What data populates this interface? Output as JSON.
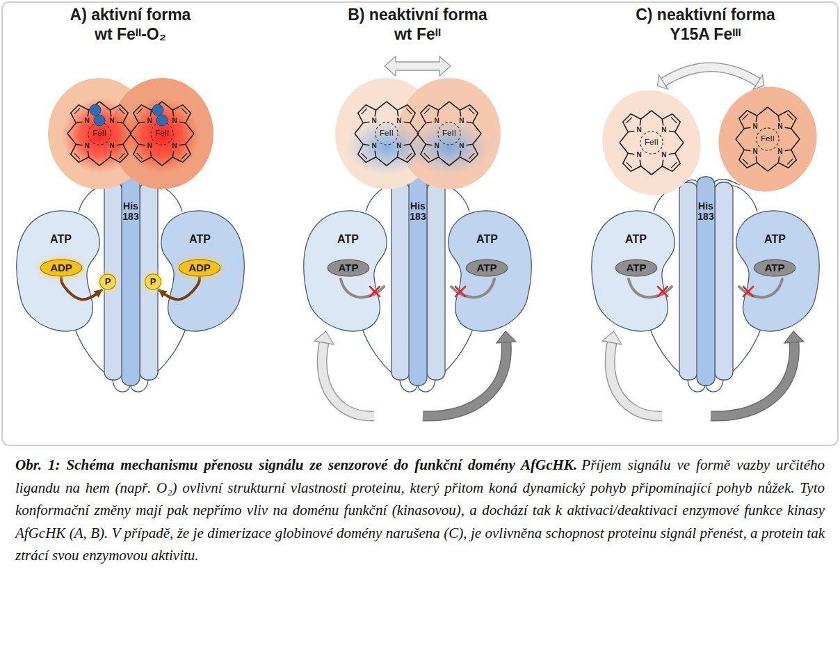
{
  "diagram": {
    "title": "Obr. 1: Schéma mechanismu přenosu signálu ze senzorové do funkční domény AfGcHK.",
    "caption": "Příjem signálu ve formě vazby určitého ligandu na hem (např. O₂) ovlivní strukturní vlastnosti proteinu, který přitom koná dynamický pohyb připomínající pohyb nůžek. Tyto konformační změny mají pak nepřímo vliv na doménu funkční (kinasovou), a dochází tak k aktivaci/deaktivaci enzymové funkce kinasy AfGcHK (A, B). V případě, že je dimerizace globinové domény narušena (C), je ovlivněna schopnost proteinu signál přenést, a protein tak ztrácí svou enzymovou aktivitu.",
    "nodes": [
      {
        "text": [
          "A) aktivní forma",
          "wt Feᴵᴵ-O₂"
        ]
      },
      {
        "text": [
          "FeII"
        ],
        "in": 0
      },
      {
        "text": [
          "FeII"
        ],
        "in": 0
      },
      {
        "text": [
          "ATP"
        ],
        "in": 0
      },
      {
        "text": [
          "ADP"
        ],
        "in": 3
      },
      {
        "text": [
          "P"
        ],
        "in": 0
      },
      {
        "text": [
          "His 183"
        ],
        "in": 0
      },
      {
        "text": [
          "P"
        ],
        "in": 0
      },
      {
        "text": [
          "ATP"
        ],
        "in": 0
      },
      {
        "text": [
          "ADP"
        ],
        "in": 8
      },
      {
        "text": [
          "B) neaktivní forma",
          "wt Feᴵᴵ"
        ]
      },
      {
        "text": [
          "FeII"
        ],
        "in": 10
      },
      {
        "text": [
          "FeII"
        ],
        "in": 10
      },
      {
        "text": [
          "ATP"
        ],
        "in": 10
      },
      {
        "text": [
          "ATP"
        ],
        "in": 13
      },
      {
        "text": [
          "His 183"
        ],
        "in": 10
      },
      {
        "text": [
          "ATP"
        ],
        "in": 10
      },
      {
        "text": [
          "ATP"
        ],
        "in": 16
      },
      {
        "text": [
          "C) neaktivní forma",
          "Y15A Feᴵᴵᴵ"
        ]
      },
      {
        "text": [
          "FeII"
        ],
        "in": 18
      },
      {
        "text": [
          "FeII"
        ],
        "in": 18
      },
      {
        "text": [
          "ATP"
        ],
        "in": 18
      },
      {
        "text": [
          "ATP"
        ],
        "in": 21
      },
      {
        "text": [
          "His 183"
        ],
        "in": 18
      },
      {
        "text": [
          "ATP"
        ],
        "in": 18
      },
      {
        "text": [
          "ATP"
        ],
        "in": 24
      }
    ],
    "edges": [
      {
        "from": 4,
        "to": 5,
        "arrow": "to"
      },
      {
        "from": 9,
        "to": 7,
        "arrow": "to"
      }
    ],
    "labels": [
      "N",
      "N",
      "N",
      "N",
      "N",
      "N",
      "N",
      "N",
      "N",
      "N",
      "N",
      "N",
      "N",
      "N",
      "N",
      "N",
      "N",
      "N",
      "N",
      "N",
      "N",
      "N",
      "N",
      "N"
    ]
  }
}
